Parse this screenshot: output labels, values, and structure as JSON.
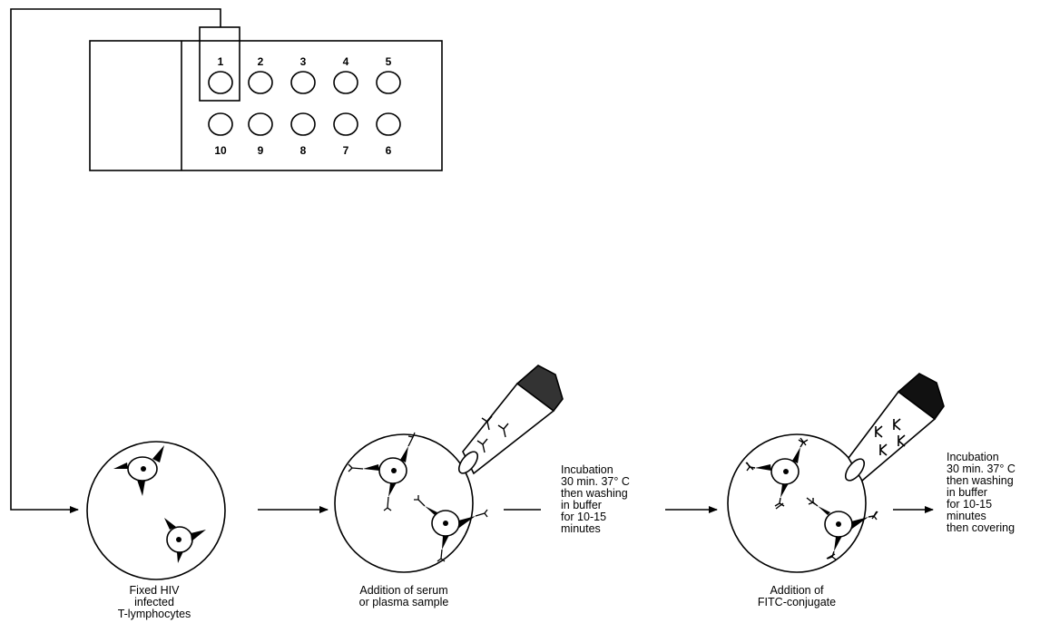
{
  "plate": {
    "top_wells": [
      "1",
      "2",
      "3",
      "4",
      "5"
    ],
    "bottom_wells": [
      "10",
      "9",
      "8",
      "7",
      "6"
    ]
  },
  "steps": {
    "step1_label": [
      "Fixed HIV",
      "infected",
      "T-lymphocytes"
    ],
    "step2_label": [
      "Addition of serum",
      "or plasma sample"
    ],
    "step3_label": [
      "Addition of",
      "FITC-conjugate"
    ]
  },
  "incubations": {
    "first": [
      "Incubation",
      "30 min. 37° C",
      "then washing",
      "in buffer",
      "for 10-15",
      "minutes"
    ],
    "second": [
      "Incubation",
      "30 min. 37° C",
      "then washing",
      "in buffer",
      "for 10-15",
      "minutes",
      "then covering"
    ]
  },
  "colors": {
    "ink": "#000000",
    "background": "#ffffff"
  }
}
